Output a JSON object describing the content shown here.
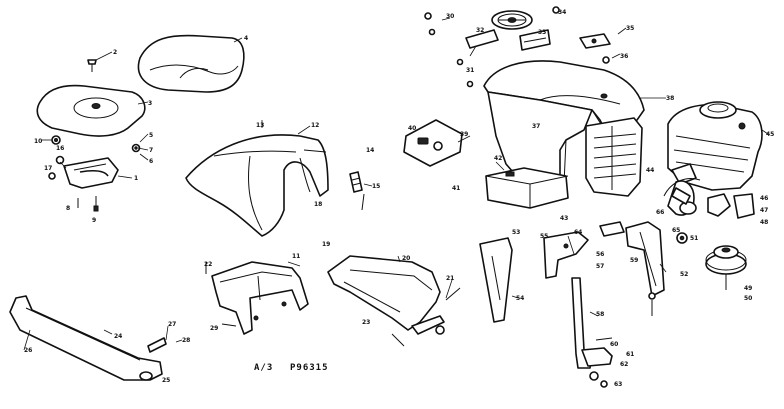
{
  "figure": {
    "page_label": "A/3",
    "figure_code": "P96315"
  },
  "callouts": {
    "c1": "1",
    "c2": "2",
    "c3": "3",
    "c4": "4",
    "c5": "5",
    "c6": "6",
    "c7": "7",
    "c8": "8",
    "c9": "9",
    "c10": "10",
    "c11": "11",
    "c12": "12",
    "c13": "13",
    "c14": "14",
    "c15": "15",
    "c16": "16",
    "c17": "17",
    "c18": "18",
    "c19": "19",
    "c20": "20",
    "c21": "21",
    "c22": "22",
    "c23": "23",
    "c24": "24",
    "c25": "25",
    "c26": "26",
    "c27": "27",
    "c28": "28",
    "c29": "29",
    "c30": "30",
    "c31": "31",
    "c32": "32",
    "c33": "33",
    "c34": "34",
    "c35": "35",
    "c36": "36",
    "c37": "37",
    "c38": "38",
    "c39": "39",
    "c40": "40",
    "c41": "41",
    "c42": "42",
    "c43": "43",
    "c44": "44",
    "c45": "45",
    "c46": "46",
    "c47": "47",
    "c48": "48",
    "c49": "49",
    "c50": "50",
    "c51": "51",
    "c52": "52",
    "c53": "53",
    "c54": "54",
    "c55": "55",
    "c56": "56",
    "c57": "57",
    "c58": "58",
    "c59": "59",
    "c60": "60",
    "c61": "61",
    "c62": "62",
    "c63": "63",
    "c64": "64",
    "c65": "65",
    "c66": "66"
  }
}
